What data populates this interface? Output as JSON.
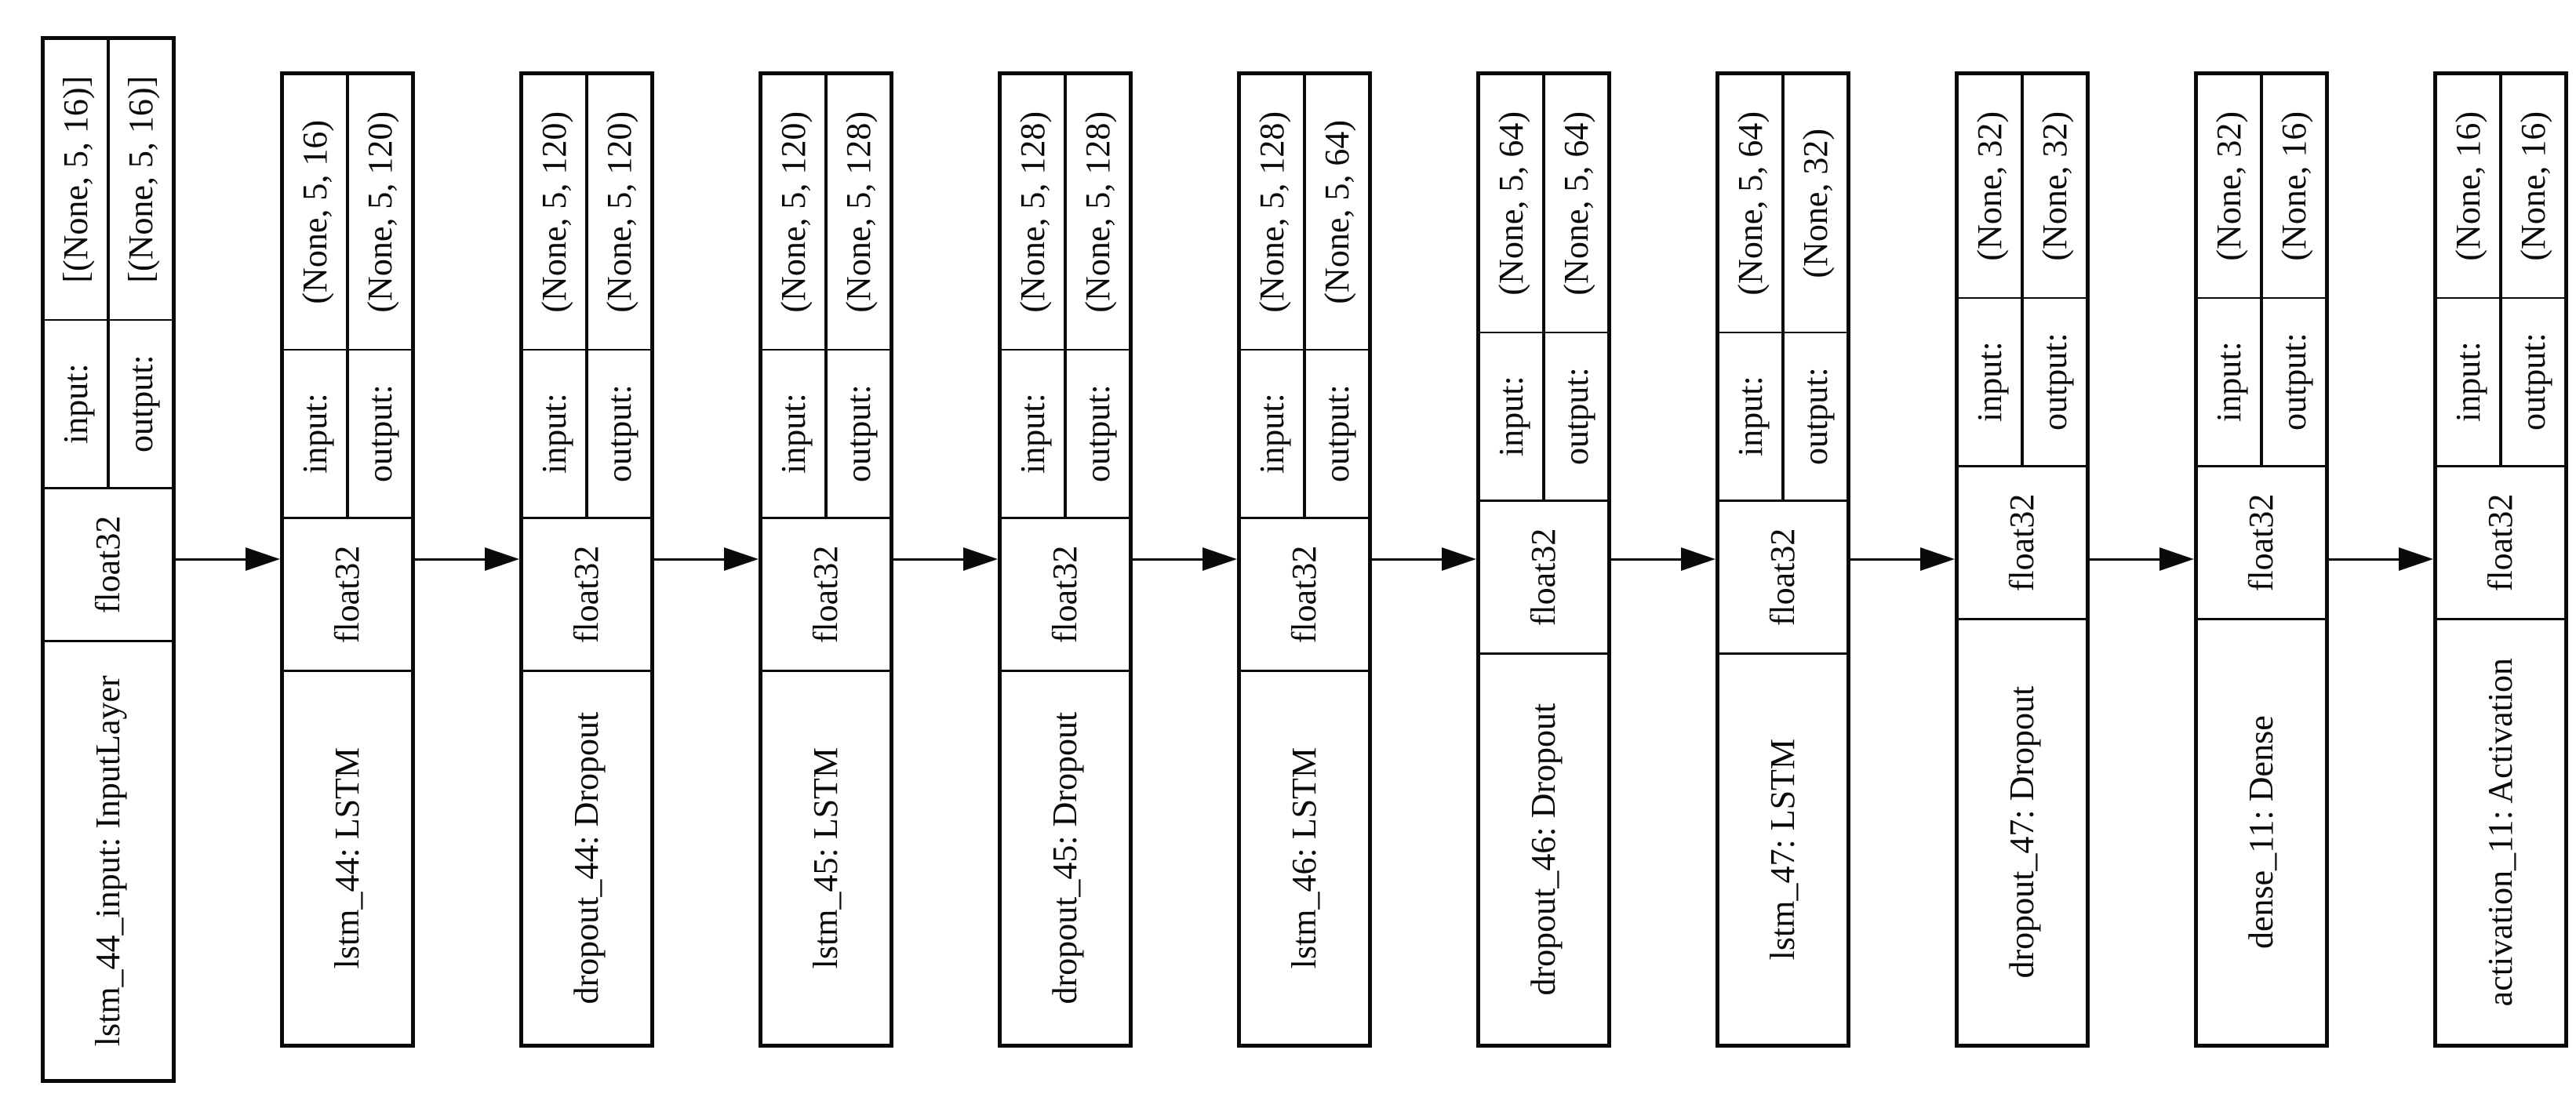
{
  "diagram": {
    "type": "keras-model-architecture",
    "orientation": "rotated-90-ccw",
    "background_color": "#ffffff",
    "line_color": "#0a0a0a",
    "input_label": "input:",
    "output_label": "output:",
    "layers": [
      {
        "name": "lstm_44_input: InputLayer",
        "dtype": "float32",
        "input_shape": "[(None, 5, 16)]",
        "output_shape": "[(None, 5, 16)]"
      },
      {
        "name": "lstm_44: LSTM",
        "dtype": "float32",
        "input_shape": "(None, 5, 16)",
        "output_shape": "(None, 5, 120)"
      },
      {
        "name": "dropout_44: Dropout",
        "dtype": "float32",
        "input_shape": "(None, 5, 120)",
        "output_shape": "(None, 5, 120)"
      },
      {
        "name": "lstm_45: LSTM",
        "dtype": "float32",
        "input_shape": "(None, 5, 120)",
        "output_shape": "(None, 5, 128)"
      },
      {
        "name": "dropout_45: Dropout",
        "dtype": "float32",
        "input_shape": "(None, 5, 128)",
        "output_shape": "(None, 5, 128)"
      },
      {
        "name": "lstm_46: LSTM",
        "dtype": "float32",
        "input_shape": "(None, 5, 128)",
        "output_shape": "(None, 5, 64)"
      },
      {
        "name": "dropout_46: Dropout",
        "dtype": "float32",
        "input_shape": "(None, 5, 64)",
        "output_shape": "(None, 5, 64)"
      },
      {
        "name": "lstm_47: LSTM",
        "dtype": "float32",
        "input_shape": "(None, 5, 64)",
        "output_shape": "(None, 32)"
      },
      {
        "name": "dropout_47: Dropout",
        "dtype": "float32",
        "input_shape": "(None, 32)",
        "output_shape": "(None, 32)"
      },
      {
        "name": "dense_11: Dense",
        "dtype": "float32",
        "input_shape": "(None, 32)",
        "output_shape": "(None, 16)"
      },
      {
        "name": "activation_11: Activation",
        "dtype": "float32",
        "input_shape": "(None, 16)",
        "output_shape": "(None, 16)"
      }
    ]
  }
}
